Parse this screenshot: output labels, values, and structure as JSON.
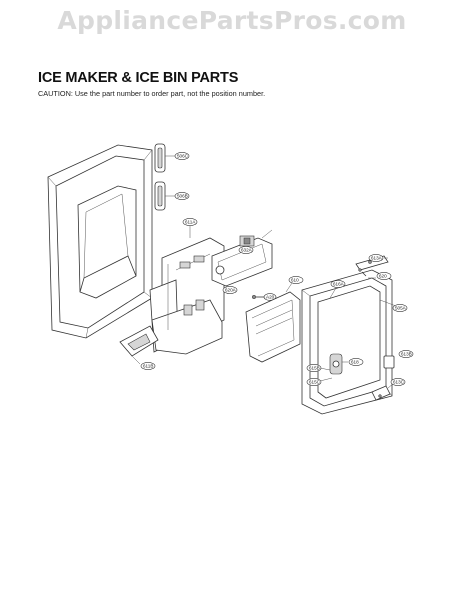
{
  "watermark": "AppliancePartsPros.com",
  "title": "ICE MAKER & ICE BIN PARTS",
  "caution": "CAUTION: Use the part number to order part, not the position number.",
  "callouts": {
    "c1": "506C",
    "c2": "506B",
    "c3": "611A",
    "c4": "632A",
    "c5": "A20",
    "c6": "610",
    "c7": "611B",
    "c8": "620A",
    "c9": "613A",
    "c10": "616A",
    "c11": "620",
    "c12": "615B",
    "c13": "615C",
    "c14": "618",
    "c15": "613B",
    "c16": "613C",
    "c17": "505A"
  }
}
